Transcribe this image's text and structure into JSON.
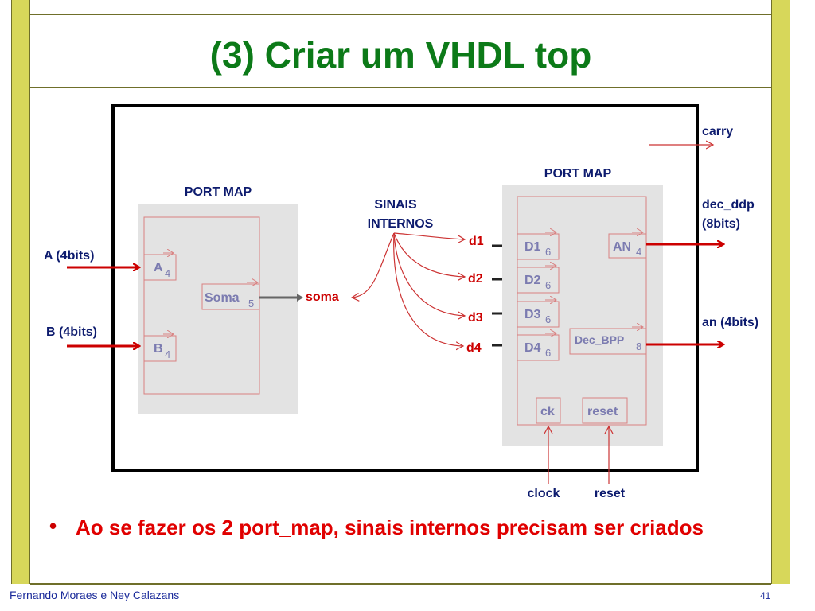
{
  "slide": {
    "title": "(3) Criar um VHDL top",
    "bullet_marker": "•",
    "bullet_text": "Ao se fazer os 2 port_map, sinais internos precisam ser criados",
    "footer": "Fernando Moraes e Ney Calazans",
    "page_number": "41"
  },
  "diagram": {
    "left_portmap": {
      "label": "PORT MAP",
      "ports": {
        "a": "A",
        "a_width": "4",
        "b": "B",
        "b_width": "4",
        "soma": "Soma",
        "soma_width": "5"
      }
    },
    "right_portmap": {
      "label": "PORT MAP",
      "ports": {
        "d1": "D1",
        "d1_width": "6",
        "d2": "D2",
        "d2_width": "6",
        "d3": "D3",
        "d3_width": "6",
        "d4": "D4",
        "d4_width": "6",
        "an": "AN",
        "an_width": "4",
        "dec": "Dec_BPP",
        "dec_width": "8",
        "ck": "ck",
        "reset": "reset"
      }
    },
    "inputs": {
      "a": "A (4bits)",
      "b": "B (4bits)"
    },
    "internal_signals": {
      "label_line1": "SINAIS",
      "label_line2": "INTERNOS",
      "soma": "soma",
      "d1": "d1",
      "d2": "d2",
      "d3": "d3",
      "d4": "d4"
    },
    "outputs": {
      "carry": "carry",
      "dec_ddp_line1": "dec_ddp",
      "dec_ddp_line2": "(8bits)",
      "an": "an (4bits)",
      "clock": "clock",
      "reset": "reset"
    },
    "colors": {
      "title": "#0c7a18",
      "signal_red": "#cc0000",
      "port_stroke": "#d98080",
      "block_fill": "#e3e3e3",
      "label_navy": "#0d1b6e",
      "port_text": "#7b7bb0"
    }
  }
}
